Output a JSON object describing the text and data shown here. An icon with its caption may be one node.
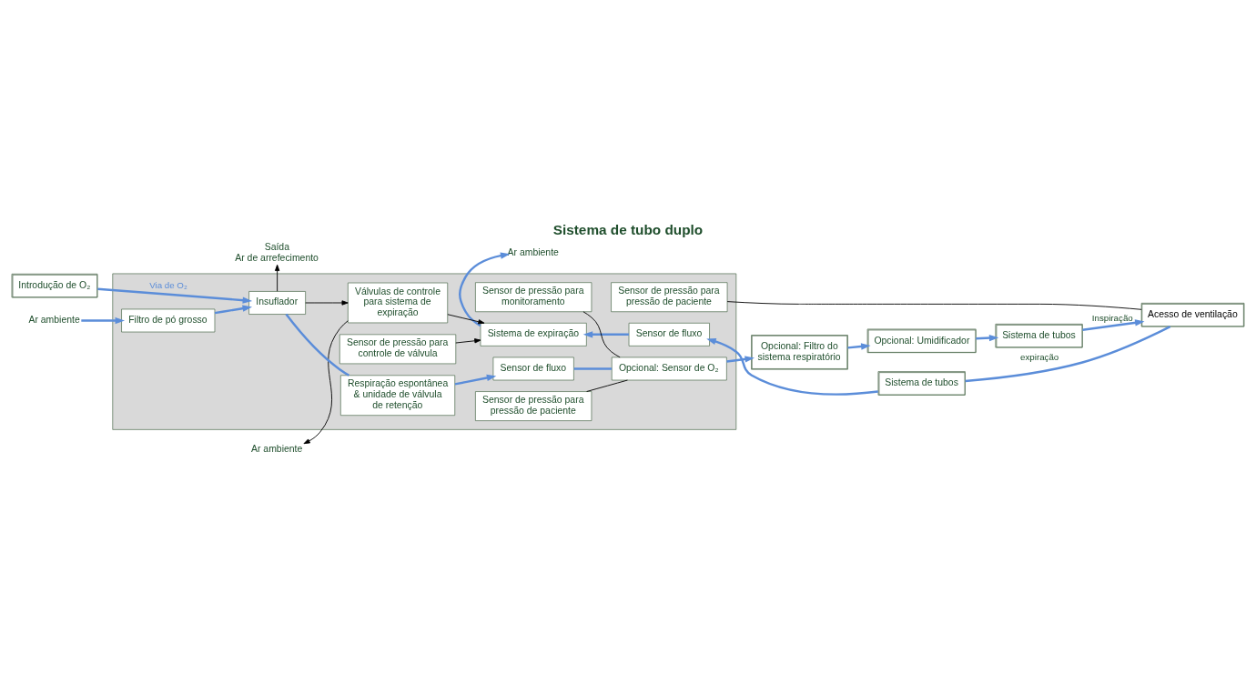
{
  "diagram": {
    "title": "Sistema de tubo duplo",
    "nodes": [
      {
        "text": [
          "Introdução de O₂"
        ]
      },
      {
        "text": [
          "Ar ambiente"
        ]
      },
      {
        "text": [
          "Ar ambiente"
        ]
      },
      {
        "text": [],
        "shape": "box"
      },
      {
        "text": [
          "Sistema de expiração"
        ],
        "in": 3
      },
      {
        "text": [
          "Sensor de fluxo"
        ],
        "in": 3
      },
      {
        "text": [
          "Sistema de tubos"
        ]
      },
      {
        "text": [
          "Acesso de ventilação"
        ]
      },
      {
        "text": [
          "Sensor de pressão para controle de válvula"
        ],
        "in": 3
      },
      {
        "text": [
          "Sensor de pressão para pressão de paciente"
        ],
        "in": 3
      },
      {
        "text": [
          "Válvulas de controle para sistema de expiração"
        ],
        "in": 3
      },
      {
        "text": [
          "Ar ambiente"
        ]
      },
      {
        "text": [
          "Filtro de pó grosso"
        ],
        "in": 3
      },
      {
        "text": [
          "Insuflador"
        ],
        "in": 3
      },
      {
        "text": [
          "Respiração espontânea & unidade de válvula de retenção"
        ],
        "in": 3
      },
      {
        "text": [
          "Sensor de fluxo"
        ],
        "in": 3
      },
      {
        "text": [
          "Opcional: Sensor de O₂"
        ],
        "in": 3
      },
      {
        "text": [
          "Opcional: Filtro do sistema respiratório"
        ]
      },
      {
        "text": [
          "Opcional: Umidificador"
        ]
      },
      {
        "text": [
          "Sistema de tubos"
        ]
      },
      {
        "text": [
          "Sensor de pressão para pressão de paciente"
        ],
        "in": 3
      },
      {
        "text": [
          "Sensor de pressão para monitoramento"
        ],
        "in": 3
      },
      {
        "text": [
          "Saída",
          "Ar de arrefecimento"
        ]
      }
    ],
    "edges": [
      {
        "from": 0,
        "to": 13,
        "arrow": "to",
        "label": "Via de O₂"
      },
      {
        "from": 10,
        "to": 1,
        "arrow": "to",
        "color": "#000000"
      },
      {
        "from": 4,
        "to": 2,
        "arrow": "to"
      },
      {
        "from": 5,
        "to": 4,
        "arrow": "to"
      },
      {
        "from": 6,
        "to": 5,
        "arrow": "to"
      },
      {
        "from": 7,
        "to": 6,
        "arrow": "none",
        "label": "expiração"
      },
      {
        "from": 8,
        "to": 4,
        "arrow": "to",
        "color": "#000000"
      },
      {
        "from": 10,
        "to": 4,
        "arrow": "to",
        "color": "#000000"
      },
      {
        "from": 9,
        "to": 7,
        "arrow": "none",
        "color": "#000000"
      },
      {
        "from": 11,
        "to": 12,
        "arrow": "to"
      },
      {
        "from": 12,
        "to": 13,
        "arrow": "to"
      },
      {
        "from": 13,
        "to": 14,
        "arrow": "none"
      },
      {
        "from": 13,
        "to": 10,
        "arrow": "to",
        "color": "#000000"
      },
      {
        "from": 13,
        "to": 22,
        "arrow": "to",
        "color": "#000000"
      },
      {
        "from": 14,
        "to": 15,
        "arrow": "to"
      },
      {
        "from": 15,
        "to": 16,
        "arrow": "none"
      },
      {
        "from": 16,
        "to": 17,
        "arrow": "to"
      },
      {
        "from": 17,
        "to": 18,
        "arrow": "to"
      },
      {
        "from": 18,
        "to": 19,
        "arrow": "to"
      },
      {
        "from": 19,
        "to": 7,
        "arrow": "to",
        "label": "Inspiração"
      },
      {
        "from": 20,
        "to": 16,
        "arrow": "none",
        "color": "#000000"
      },
      {
        "from": 21,
        "to": 16,
        "arrow": "none",
        "color": "#000000"
      }
    ]
  }
}
